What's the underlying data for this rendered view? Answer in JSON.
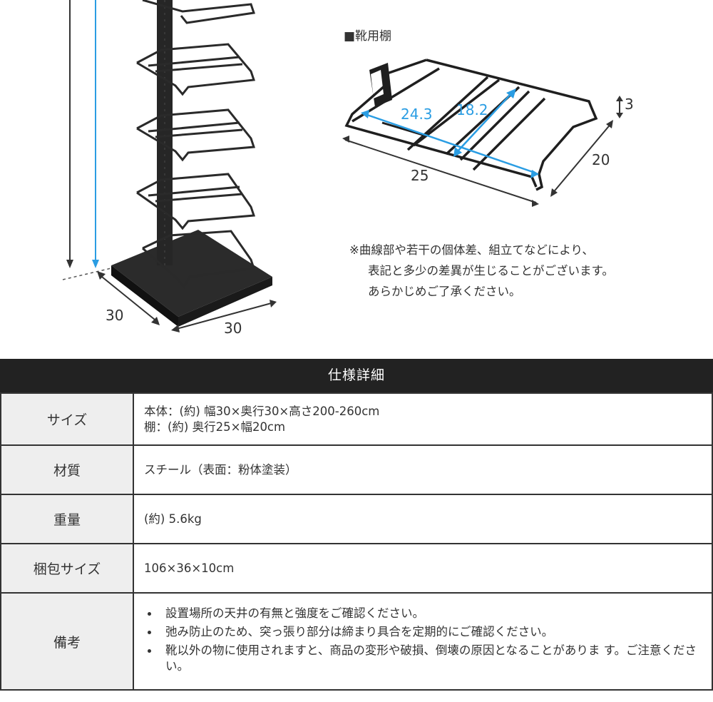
{
  "diagram": {
    "rack_depth_label": "30",
    "rack_width_label": "30",
    "shelf_title": "■靴用棚",
    "shelf_depth_inner": "24.3",
    "shelf_width_inner": "18.2",
    "shelf_height": "3",
    "shelf_width": "25",
    "shelf_depth": "20",
    "note_lines": [
      "※曲線部や若干の個体差、組立てなどにより、",
      "表記と多少の差異が生じることがございます。",
      "あらかじめご了承ください。"
    ],
    "colors": {
      "dimension_blue": "#2a9de3",
      "frame": "#222222"
    }
  },
  "spec": {
    "title": "仕様詳細",
    "rows": [
      {
        "label": "サイズ",
        "lines": [
          "本体：(約) 幅30×奥行30×高さ200-260cm",
          "棚：(約) 奥行25×幅20cm"
        ]
      },
      {
        "label": "材質",
        "lines": [
          "スチール（表面：粉体塗装）"
        ]
      },
      {
        "label": "重量",
        "lines": [
          "(約) 5.6kg"
        ]
      },
      {
        "label": "梱包サイズ",
        "lines": [
          "106×36×10cm"
        ]
      },
      {
        "label": "備考",
        "bullets": [
          "設置場所の天井の有無と強度をご確認ください。",
          "弛み防止のため、突っ張り部分は締まり具合を定期的にご確認ください。",
          "靴以外の物に使用されますと、商品の変形や破損、倒壊の原因となることがありま す。ご注意ください。"
        ]
      }
    ]
  }
}
